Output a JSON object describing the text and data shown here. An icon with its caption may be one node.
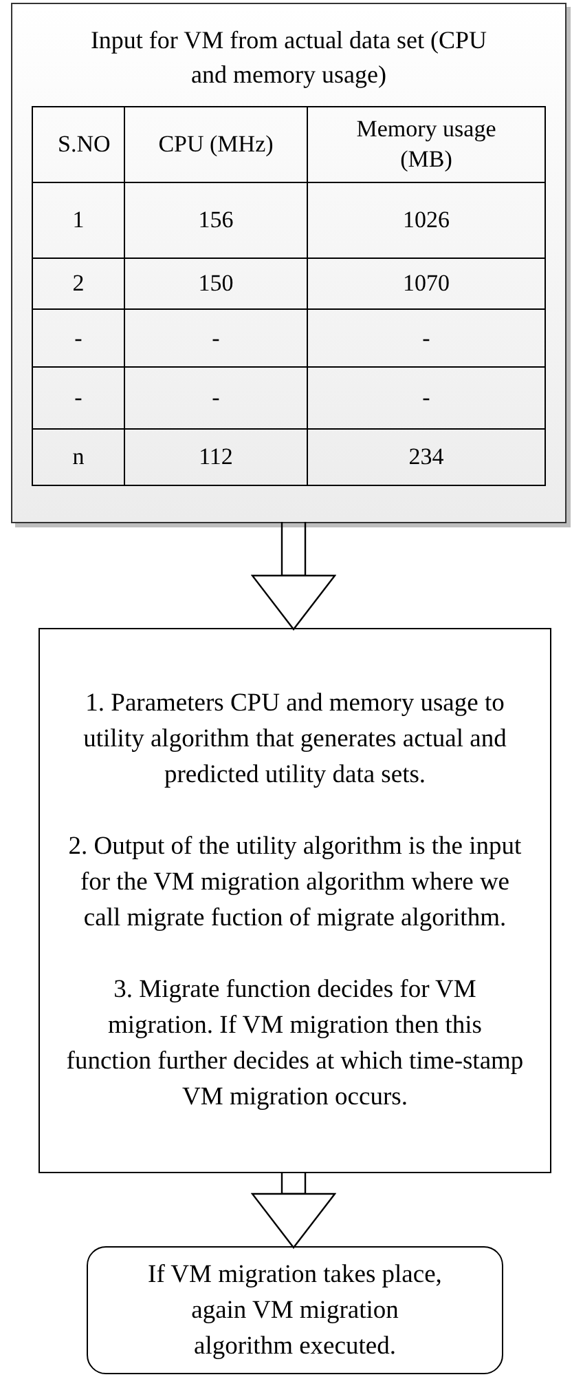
{
  "diagram": {
    "nodes": [
      {
        "text": [
          "Input for VM from actual data set (CPU and memory usage)"
        ]
      },
      {
        "text": [
          "1. Parameters CPU and memory usage to utility algorithm that generates actual and predicted utility data sets.",
          "2. Output of the utility algorithm is the input for the VM migration algorithm where we call migrate fuction of migrate algorithm.",
          "3. Migrate function decides for VM migration. If VM migration then this function further decides at which time-stamp VM migration occurs."
        ]
      },
      {
        "text": [
          "If VM migration takes place, again VM migration algorithm executed."
        ]
      }
    ],
    "edges": [
      {
        "from": 0,
        "to": 1,
        "arrow": "to"
      },
      {
        "from": 1,
        "to": 2,
        "arrow": "to"
      }
    ],
    "labels": [
      "S.NO",
      "CPU (MHz)",
      "Memory usage (MB)",
      "1",
      "156",
      "1026",
      "2",
      "150",
      "1070",
      "-",
      "-",
      "-",
      "-",
      "-",
      "-",
      "n",
      "112",
      "234"
    ]
  }
}
